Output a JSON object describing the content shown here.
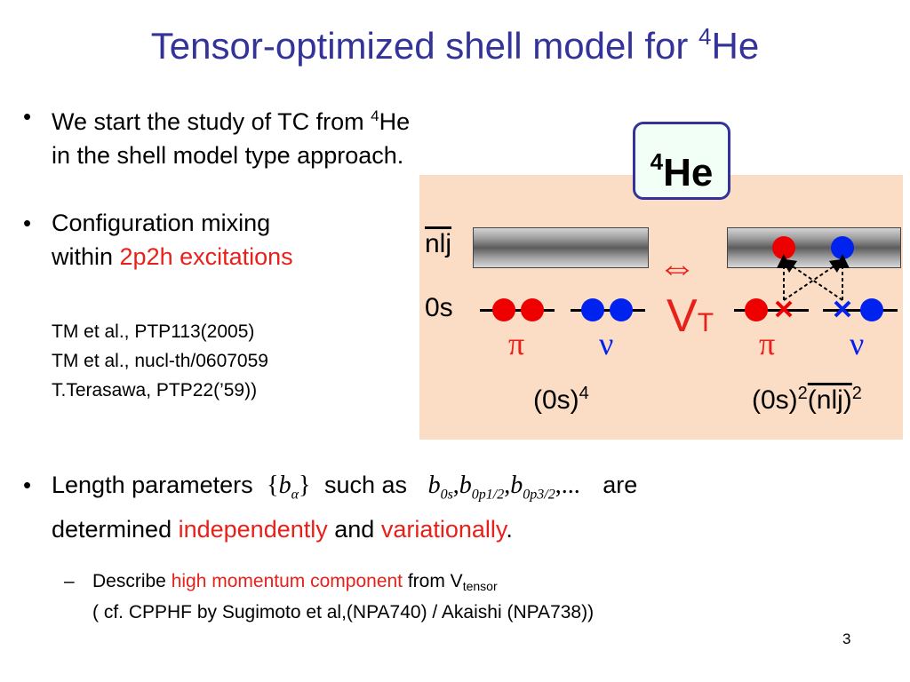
{
  "title": {
    "text": "Tensor-optimized shell model for ",
    "sup": "4",
    "suffix": "He"
  },
  "bullets": {
    "b1": {
      "dot": "•",
      "line1_pre": "We start the study of TC from ",
      "line1_sup": "4",
      "line1_post": "He",
      "line2": "in the shell model type approach."
    },
    "b2": {
      "dot": "•",
      "line1": "Configuration mixing",
      "line2_pre": "within ",
      "line2_red": "2p2h excitations"
    },
    "refs": [
      "TM et al., PTP113(2005)",
      "TM et al., nucl-th/0607059",
      "T.Terasawa, PTP22(’59))"
    ],
    "b3": {
      "dot": "•",
      "pre": "Length parameters",
      "set_open": "{",
      "set_b": "b",
      "set_alpha": "α",
      "set_close": "}",
      "mid": "such as",
      "b": "b",
      "sub1": "0s",
      "sub2": "0p1/2",
      "sub3": "0p3/2",
      "comma": ",",
      "ellipsis": ",...",
      "post": "are",
      "line2_pre": "determined ",
      "line2_red1": "independently",
      "line2_and": " and ",
      "line2_red2": "variationally",
      "line2_end": "."
    },
    "sub": {
      "dash": "–",
      "pre": "Describe ",
      "red": "high momentum component",
      "from": " from V",
      "low": "tensor",
      "line2": "( cf. CPPHF by Sugimoto et al,(NPA740) / Akaishi (NPA738))"
    }
  },
  "diagram": {
    "badge_sup": "4",
    "badge_text": "He",
    "nlj": "nlj",
    "os": "0s",
    "arrow": "⇔",
    "v": "V",
    "t": "T",
    "pi": "π",
    "nu": "ν",
    "left_config": "(0s)",
    "left_config_sup": "4",
    "right_config_a": "(0s)",
    "right_config_a_sup": "2",
    "right_config_b": "(nlj)",
    "right_config_b_sup": "2",
    "colors": {
      "proton": "#ee0000",
      "neutron": "#0022ee",
      "background": "#fbdcc4",
      "accent": "#e8201a"
    }
  },
  "page_number": "3"
}
